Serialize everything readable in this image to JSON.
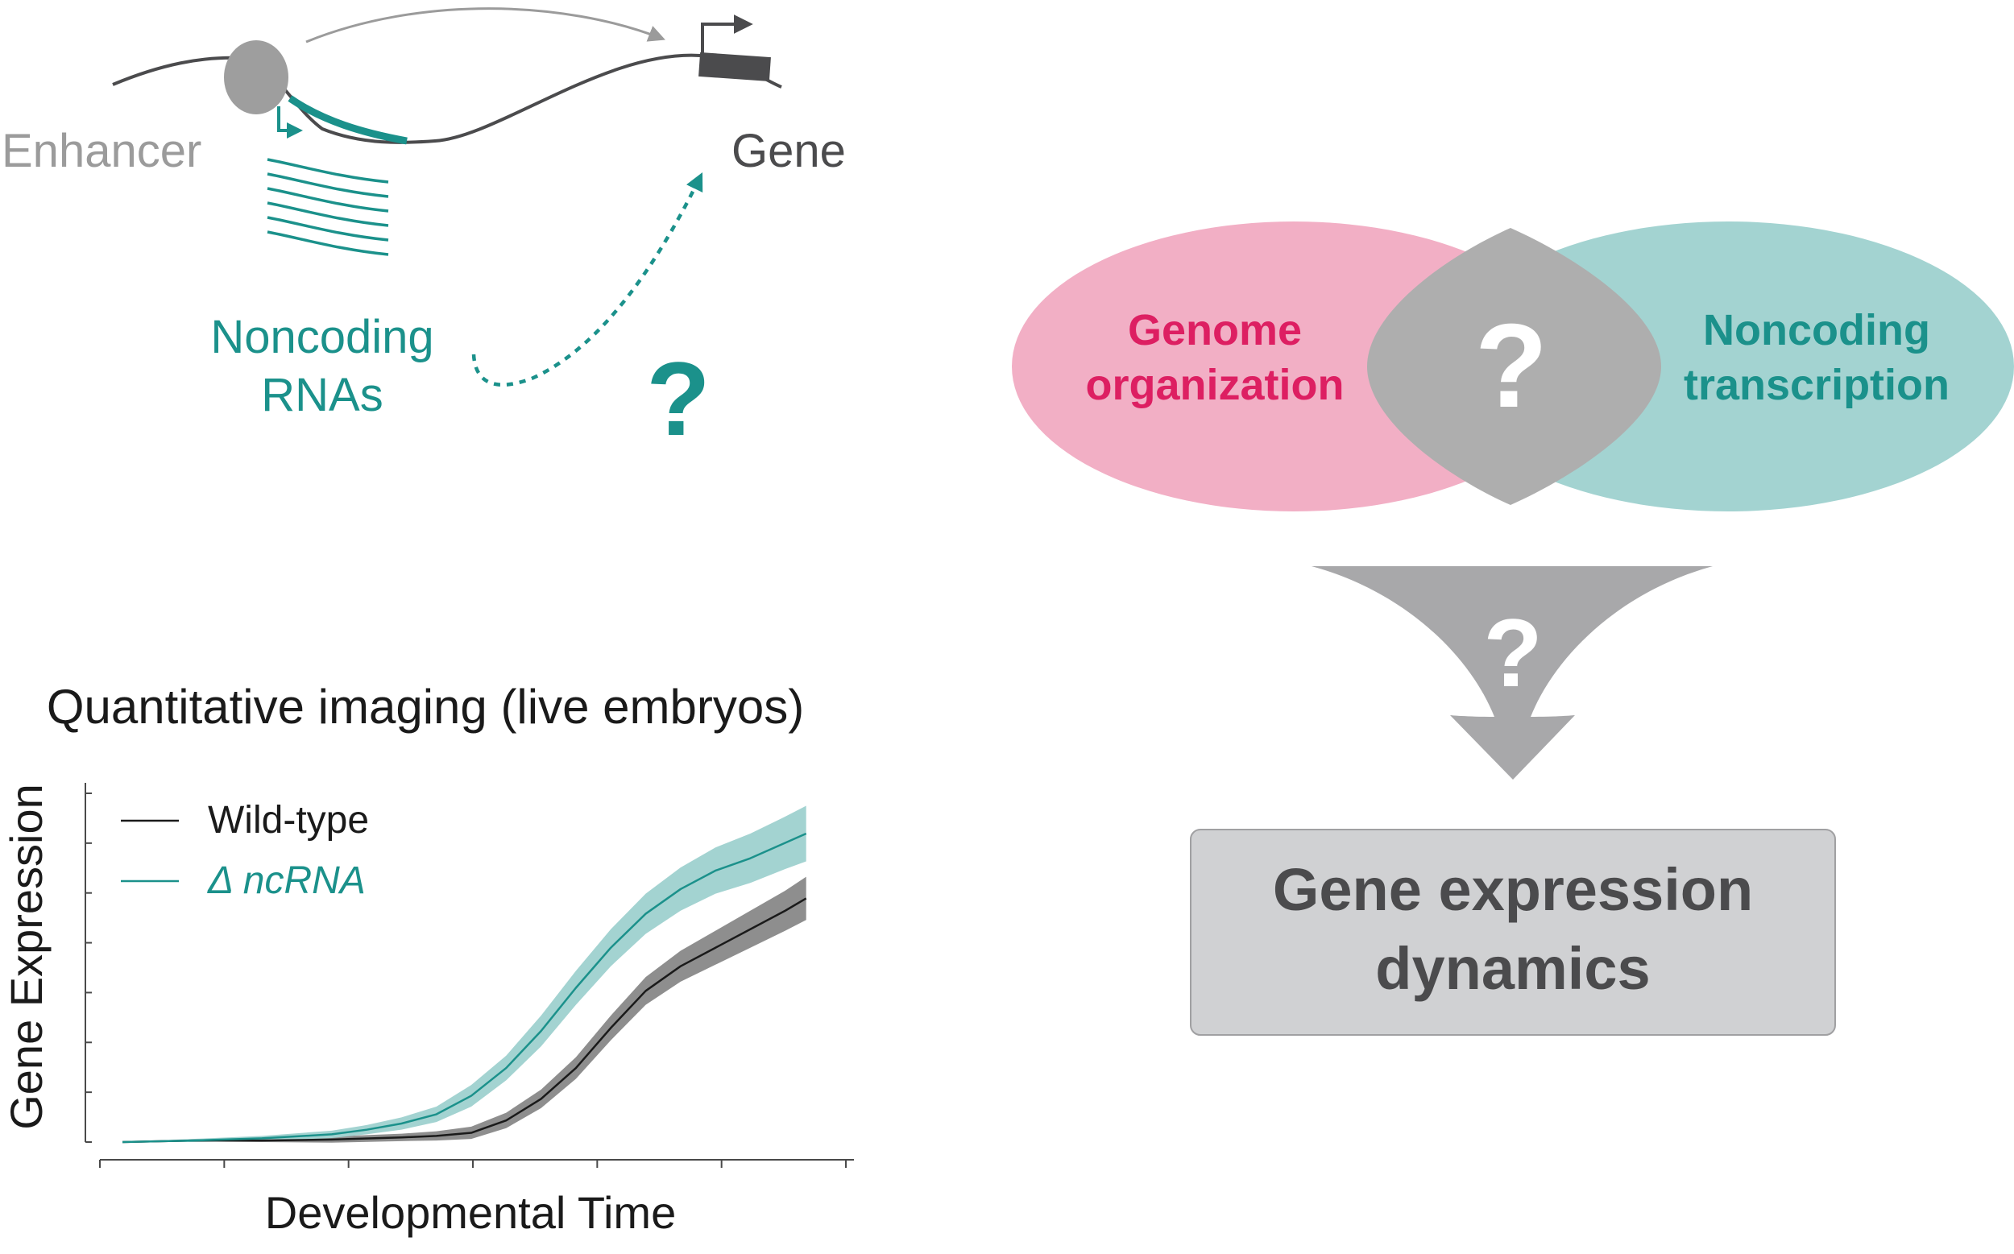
{
  "colors": {
    "teal": "#1b918b",
    "teal_fill": "#a3d3d1",
    "pink_text": "#dd1f62",
    "pink_fill": "#f2afc5",
    "grey_text": "#9b9b9b",
    "dark_text": "#4b4b4d",
    "overlap": "#aeaeae",
    "box_fill": "#d0d1d3",
    "arrow_grey": "#a8a8aa",
    "black": "#1a1a1a"
  },
  "top_left": {
    "enhancer_label": "Enhancer",
    "gene_label": "Gene",
    "noncoding_line1": "Noncoding",
    "noncoding_line2": "RNAs",
    "question": "?"
  },
  "venn": {
    "left_line1": "Genome",
    "left_line2": "organization",
    "right_line1": "Noncoding",
    "right_line2": "transcription",
    "center_question": "?",
    "funnel_question": "?"
  },
  "result_box": {
    "line1": "Gene expression",
    "line2": "dynamics"
  },
  "chart_panel": {
    "heading": "Quantitative imaging (live embryos)"
  },
  "chart_data": {
    "type": "line",
    "title": "",
    "xlabel": "Developmental Time",
    "ylabel": "Gene Expression",
    "xlim": [
      0,
      100
    ],
    "ylim": [
      0,
      100
    ],
    "x_ticks": 7,
    "y_ticks": 8,
    "legend_placement": "top-left",
    "series": [
      {
        "name": "Wild-type",
        "color": "#1a1a1a",
        "band_color": "#8e8e8e",
        "x": [
          0,
          10,
          20,
          30,
          40,
          45,
          50,
          55,
          60,
          65,
          70,
          75,
          80,
          85,
          90,
          95,
          98
        ],
        "y": [
          0,
          0.5,
          0.5,
          0.8,
          1.5,
          2,
          3,
          7,
          14,
          24,
          37,
          49,
          57,
          63,
          69,
          75,
          79
        ],
        "band": [
          0,
          0.3,
          0.5,
          1,
          1.2,
          1.5,
          2,
          2.5,
          3,
          3.5,
          4,
          4.5,
          5,
          5.5,
          6,
          6.5,
          7
        ]
      },
      {
        "name": "Δ ncRNA",
        "color": "#1b918b",
        "band_color": "#a3d3d1",
        "x": [
          0,
          10,
          20,
          30,
          35,
          40,
          45,
          50,
          55,
          60,
          65,
          70,
          75,
          80,
          85,
          90,
          95,
          98
        ],
        "y": [
          0,
          0.5,
          1.2,
          2.5,
          4,
          6,
          9,
          15,
          24,
          36,
          50,
          63,
          74,
          82,
          88,
          92,
          97,
          100
        ],
        "band": [
          0,
          0.5,
          0.8,
          1.2,
          1.5,
          2,
          2.5,
          3.5,
          4,
          5,
          5.5,
          6,
          6.5,
          7,
          7.5,
          8,
          8.5,
          9
        ]
      }
    ]
  }
}
